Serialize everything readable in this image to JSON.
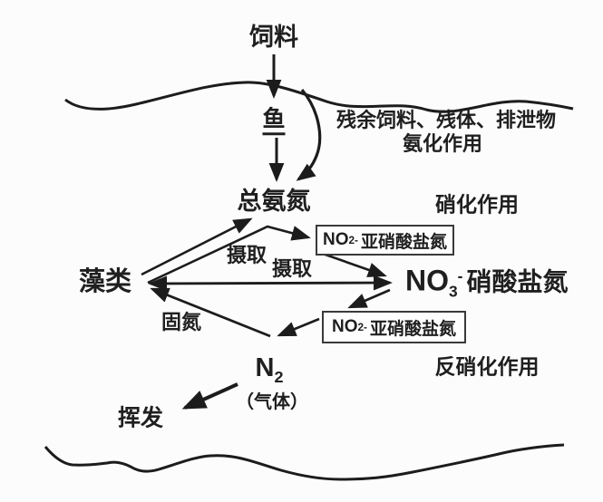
{
  "nodes": {
    "feed": "饲料",
    "fish": "鱼",
    "total_ammonia": "总氨氮",
    "algae": "藻类",
    "nitrate": {
      "prefix": "NO",
      "sub": "3",
      "sup": "-",
      "suffix": "硝酸盐氮"
    },
    "nitrite_upper": {
      "prefix": "NO",
      "sub": "2",
      "sup": "-",
      "suffix": "亚硝酸盐氮"
    },
    "nitrite_lower": {
      "prefix": "NO",
      "sub": "2",
      "sup": "-",
      "suffix": "亚硝酸盐氮"
    },
    "n2": {
      "prefix": "N",
      "sub": "2"
    },
    "n2_gas_note": "（气体）",
    "volatilization": "挥发"
  },
  "labels": {
    "residual": "残余饲料、残体、排泄物",
    "ammonification": "氨化作用",
    "nitrification": "硝化作用",
    "uptake_ammonia": "摄取",
    "uptake_nitrate": "摄取",
    "nitrogen_fixation": "固氮",
    "denitrification": "反硝化作用"
  },
  "colors": {
    "ink": "#1c1c1c",
    "background": "#fcfcfc",
    "box_border": "#3a3a3a"
  }
}
